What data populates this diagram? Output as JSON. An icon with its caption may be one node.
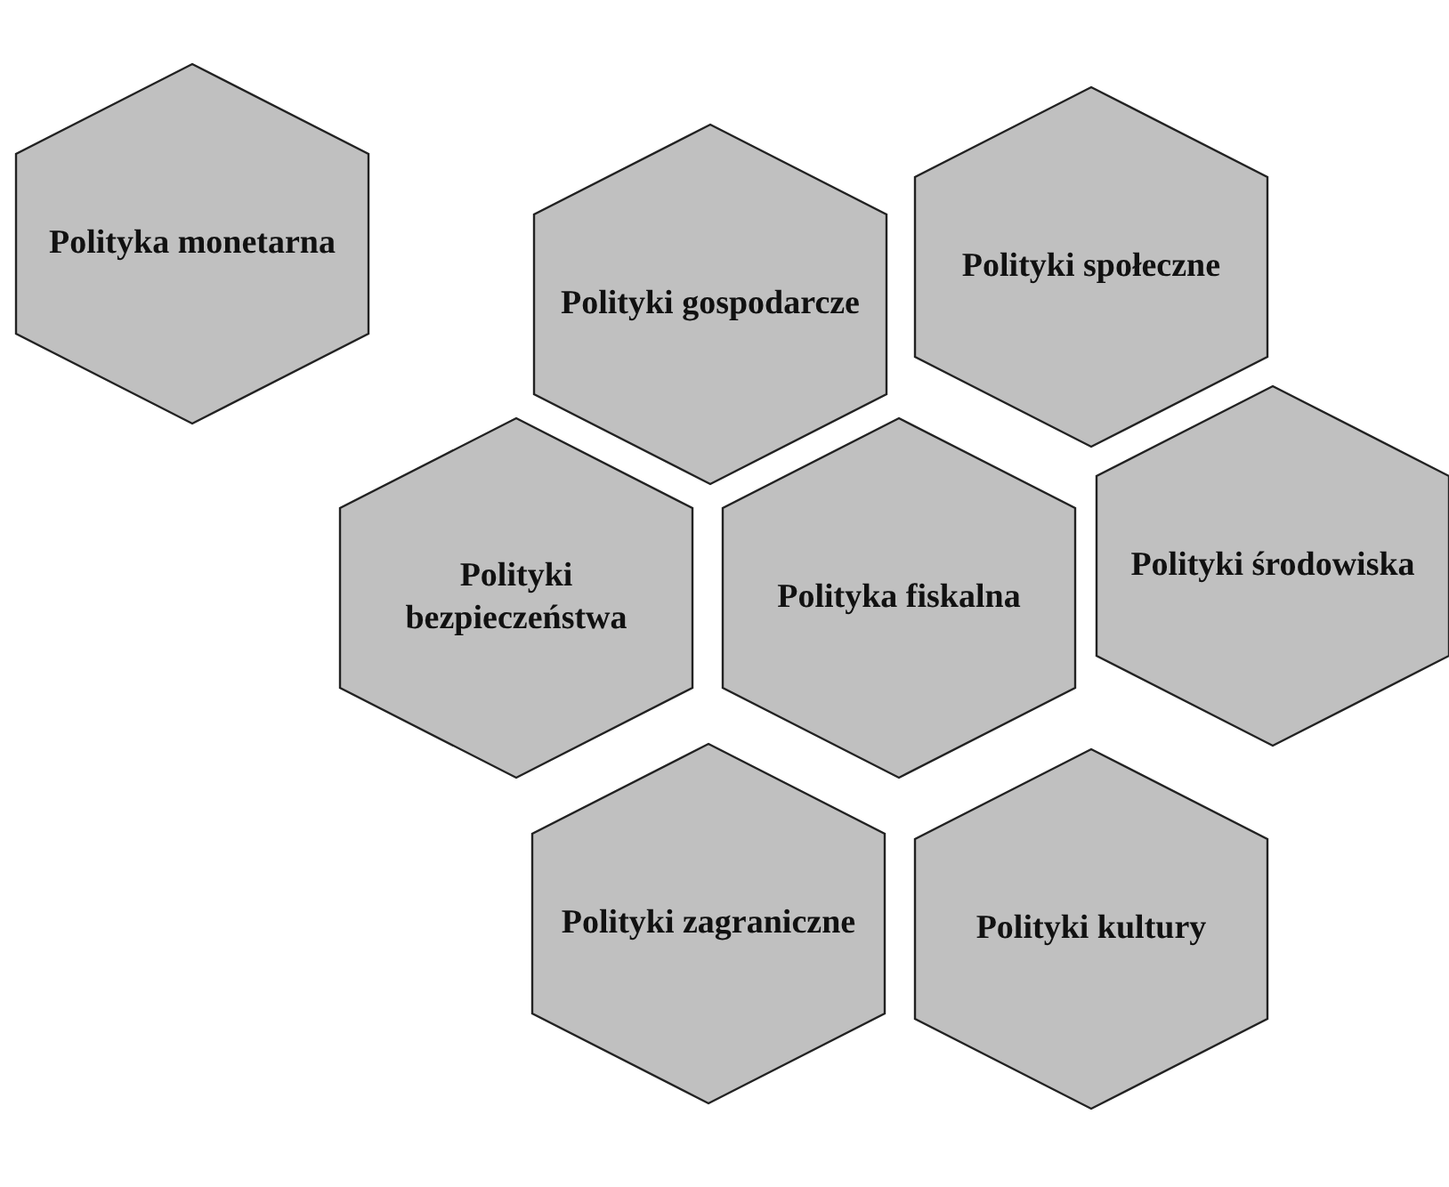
{
  "diagram": {
    "nodes": [
      {
        "text": [
          "Polityka monetarna"
        ]
      },
      {
        "text": [
          "Polityki gospodarcze"
        ]
      },
      {
        "text": [
          "Polityki społeczne"
        ]
      },
      {
        "text": [
          "Polityki bezpieczeństwa"
        ]
      },
      {
        "text": [
          "Polityka fiskalna"
        ]
      },
      {
        "text": [
          "Polityki środowiska"
        ]
      },
      {
        "text": [
          "Polityki zagraniczne"
        ]
      },
      {
        "text": [
          "Polityki kultury"
        ]
      }
    ]
  }
}
